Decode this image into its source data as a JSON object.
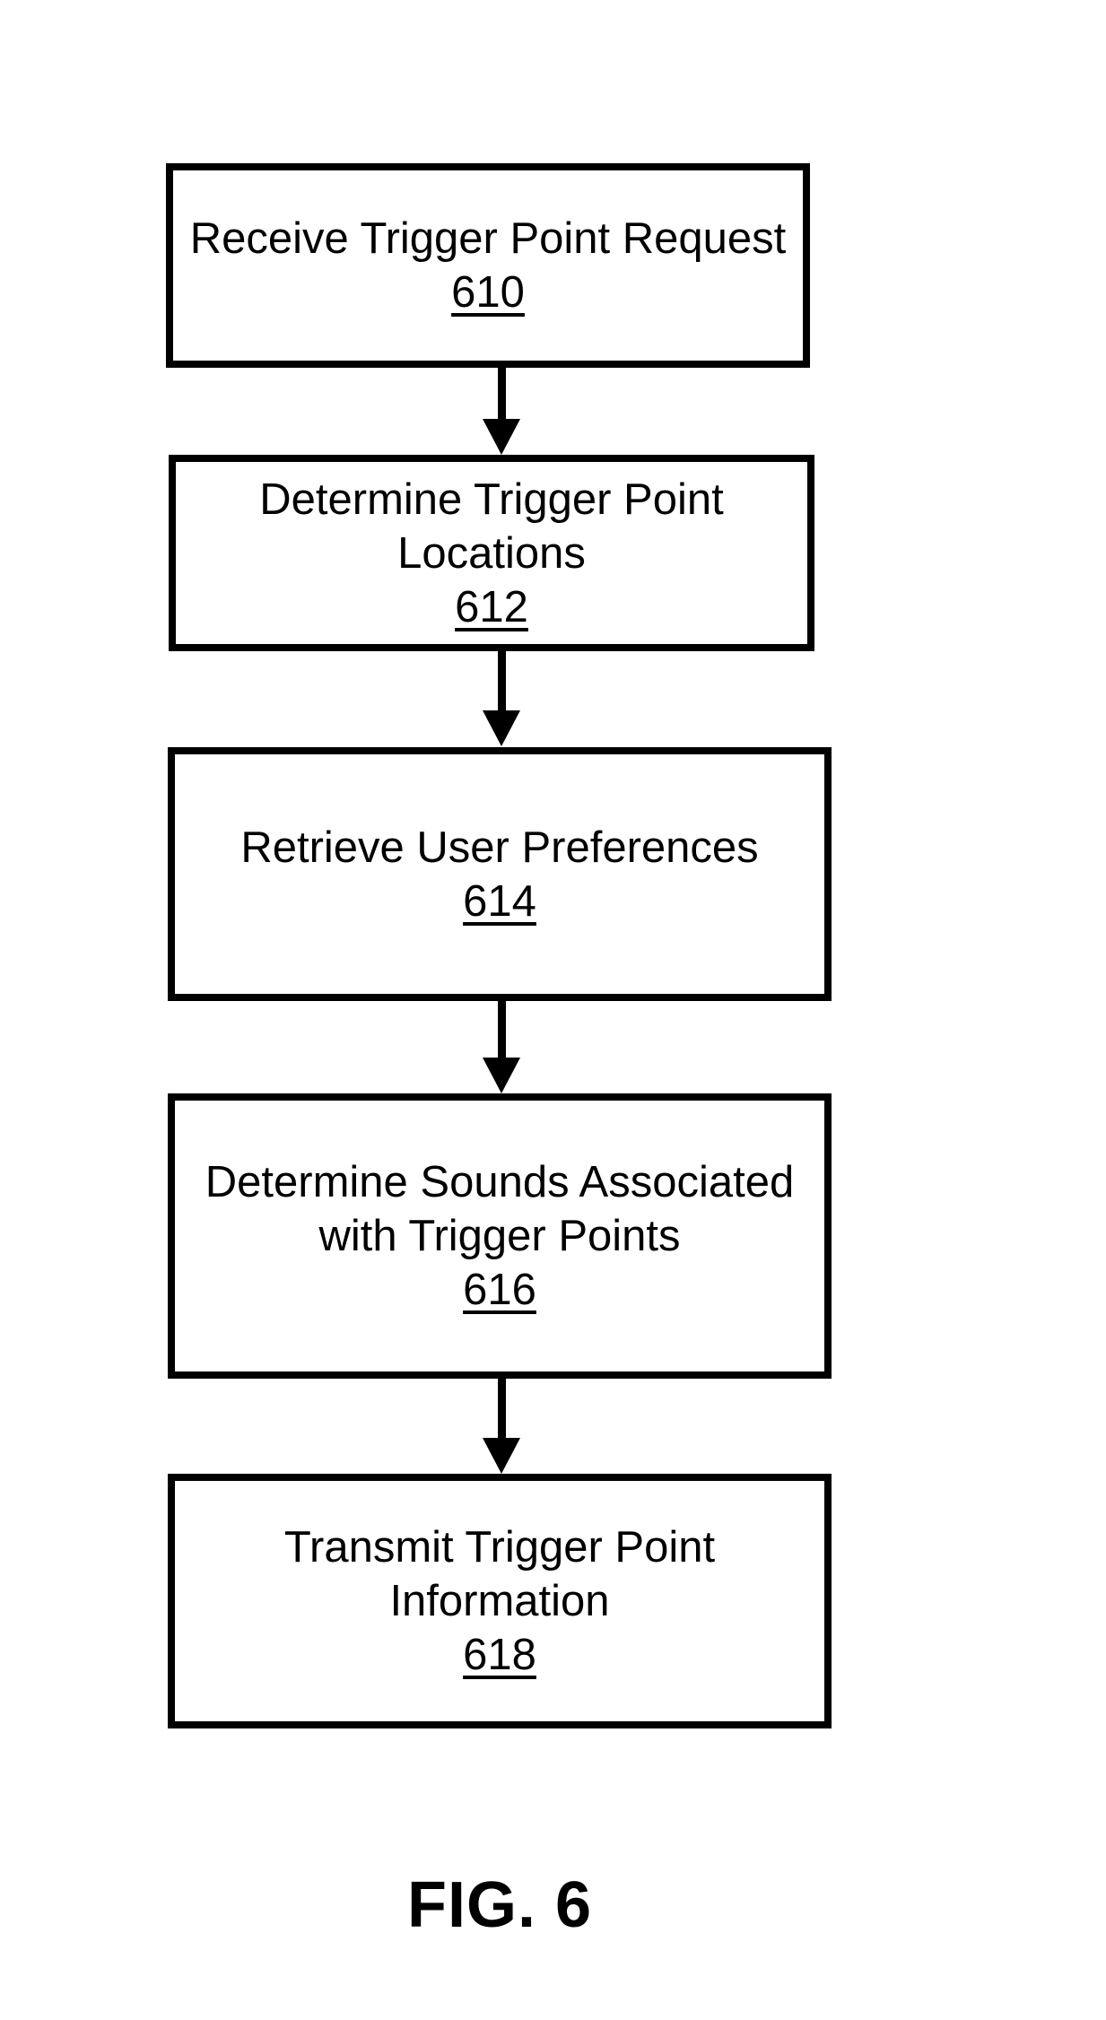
{
  "figure": {
    "caption": "FIG. 6",
    "colors": {
      "ink": "#000000",
      "paper": "#ffffff"
    },
    "nodes": [
      {
        "line1": "Receive Trigger Point Request",
        "ref": "610"
      },
      {
        "line1": "Determine Trigger Point",
        "line2": "Locations",
        "ref": "612"
      },
      {
        "line1": "Retrieve User Preferences",
        "ref": "614"
      },
      {
        "line1": "Determine Sounds Associated",
        "line2": "with Trigger Points",
        "ref": "616"
      },
      {
        "line1": "Transmit Trigger Point",
        "line2": "Information",
        "ref": "618"
      }
    ],
    "flow": [
      {
        "from": "610",
        "to": "612"
      },
      {
        "from": "612",
        "to": "614"
      },
      {
        "from": "614",
        "to": "616"
      },
      {
        "from": "616",
        "to": "618"
      }
    ]
  }
}
